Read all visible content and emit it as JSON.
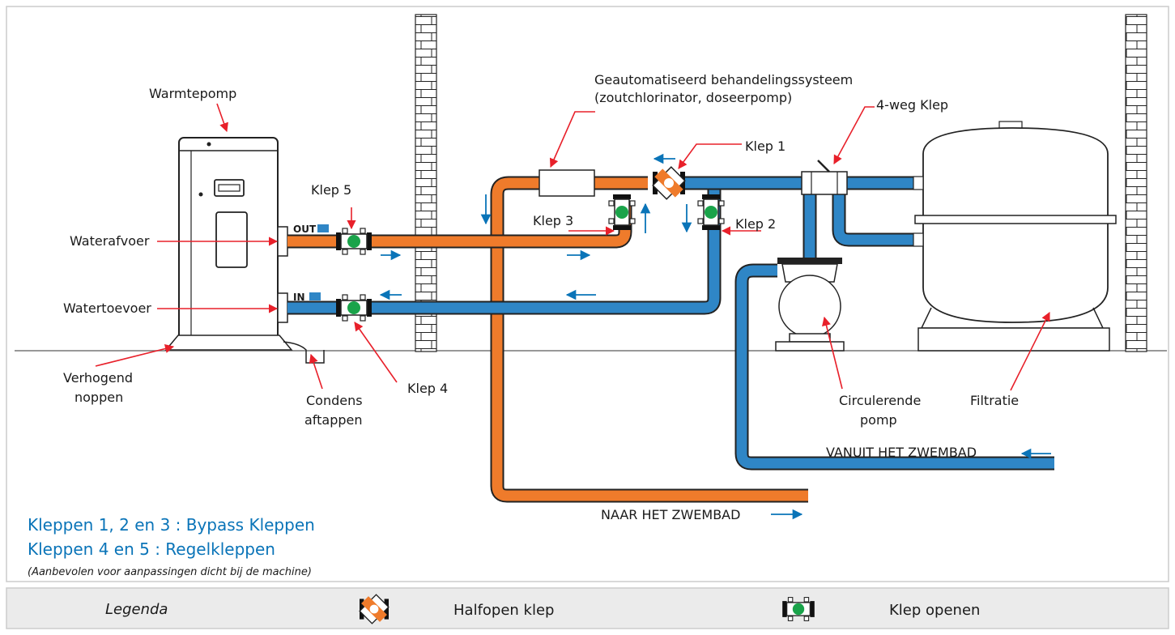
{
  "labels": {
    "heat_pump": "Warmtepomp",
    "treatment_1": "Geautomatiseerd behandelingssysteem",
    "treatment_2": "(zoutchlorinator, doseerpomp)",
    "four_way": "4-weg Klep",
    "valve1": "Klep 1",
    "valve2": "Klep 2",
    "valve3": "Klep  3",
    "valve4": "Klep 4",
    "valve5": "Klep 5",
    "outlet": "Waterafvoer",
    "inlet": "Watertoevoer",
    "feet_1": "Verhogend",
    "feet_2": "noppen",
    "condens_1": "Condens",
    "condens_2": "aftappen",
    "pump_1": "Circulerende",
    "pump_2": "pomp",
    "filter": "Filtratie",
    "from_pool": "VANUIT HET ZWEMBAD",
    "to_pool": "NAAR HET ZWEMBAD",
    "out_tag": "OUT",
    "in_tag": "IN"
  },
  "notes": {
    "bypass": "Kleppen 1, 2 en 3 : Bypass Kleppen",
    "regel": "Kleppen 4 en 5 : Regelkleppen",
    "advice": "(Aanbevolen voor aanpassingen dicht bij de machine)"
  },
  "legend": {
    "title": "Legenda",
    "half_open": "Halfopen klep",
    "open": "Klep openen"
  },
  "colors": {
    "hot_pipe": "#ef7b2b",
    "cold_pipe": "#2f86c6",
    "arrow": "#0a74b8",
    "pointer": "#e8202a",
    "valve_green": "#1aa34a",
    "note_blue": "#0a74b8"
  }
}
